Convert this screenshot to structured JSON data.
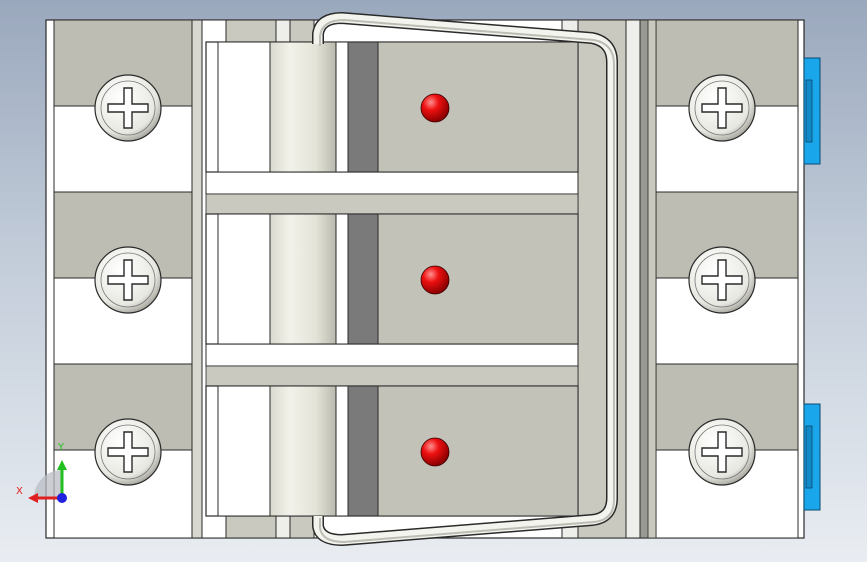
{
  "viewport": {
    "background_top": "#9aa8bd",
    "background_bottom": "#e9edf2"
  },
  "model": {
    "description_icons": [
      "screw-icon",
      "latch-handle",
      "rivet-dot",
      "clip"
    ],
    "colors": {
      "body_light": "#ffffff",
      "body_shade": "#bdbdb3",
      "panel_gray": "#c2c2b8",
      "edge": "#2a2a2a",
      "dark_groove": "#7a7a7a",
      "rivet_red": "#e01010",
      "clip_blue": "#1aa6ea"
    }
  },
  "triad": {
    "x_label": "X",
    "y_label": "Y",
    "x_color": "#e02020",
    "y_color": "#20c020",
    "z_color": "#2020e0"
  }
}
